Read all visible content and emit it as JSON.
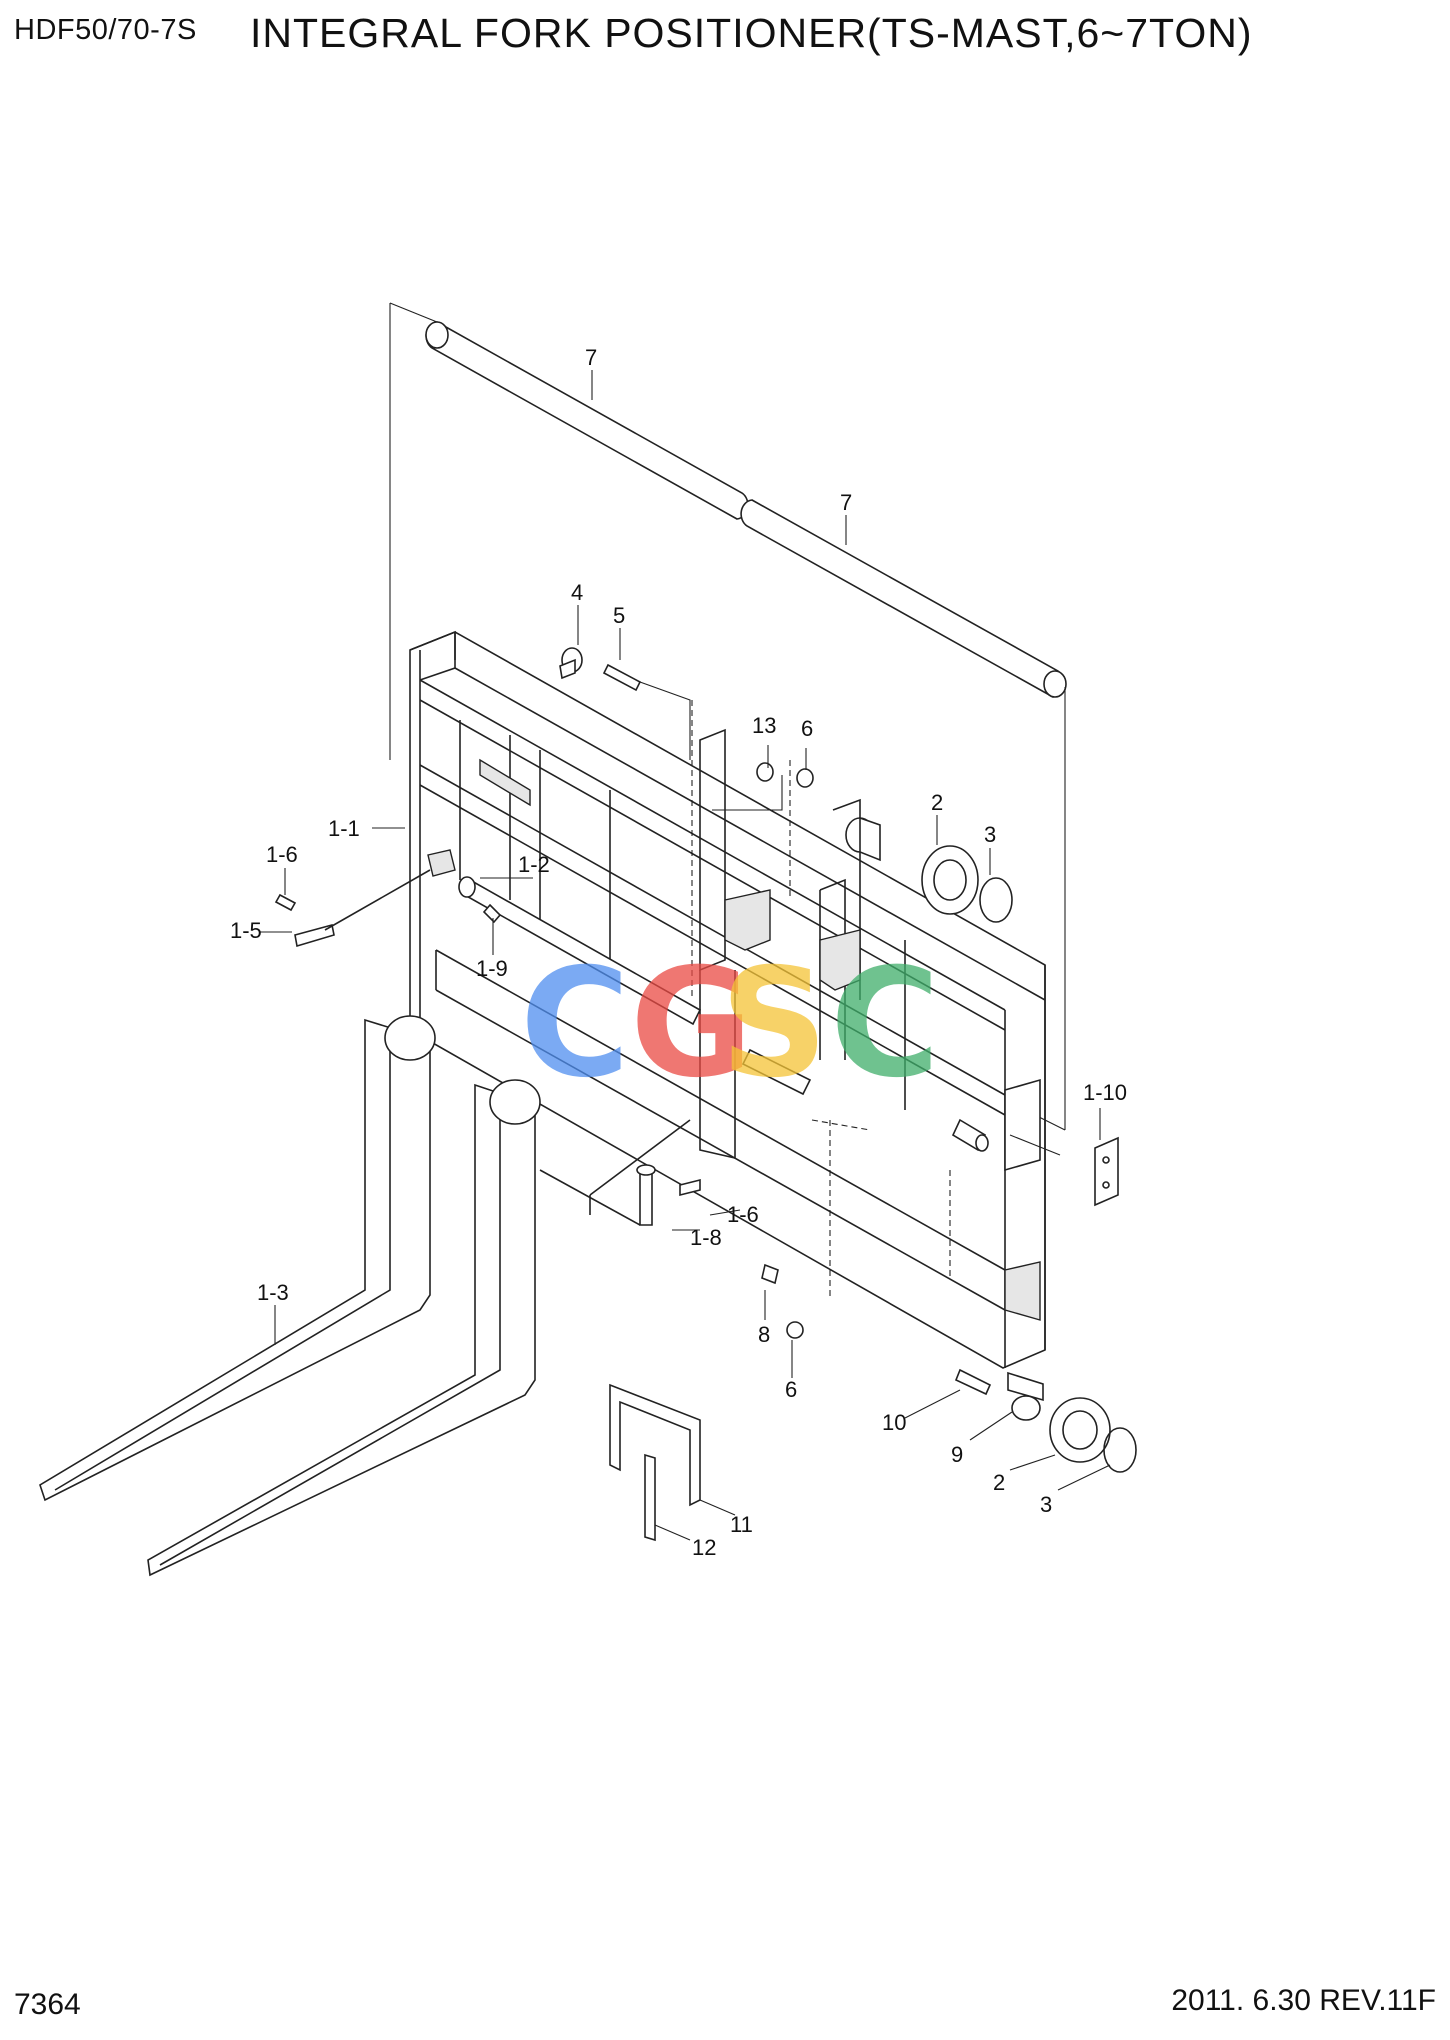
{
  "header": {
    "model": "HDF50/70-7S",
    "title": "INTEGRAL FORK POSITIONER(TS-MAST,6~7TON)"
  },
  "footer": {
    "page_number": "7364",
    "revision": "2011. 6.30  REV.11F"
  },
  "watermark": {
    "letters": [
      "C",
      "G",
      "S",
      "C"
    ],
    "colors": [
      "#4f8ef0",
      "#ea4a44",
      "#f5c436",
      "#3fae6a"
    ]
  },
  "callouts": [
    {
      "id": "c-7a",
      "label": "7"
    },
    {
      "id": "c-7b",
      "label": "7"
    },
    {
      "id": "c-4",
      "label": "4"
    },
    {
      "id": "c-5",
      "label": "5"
    },
    {
      "id": "c-13",
      "label": "13"
    },
    {
      "id": "c-6a",
      "label": "6"
    },
    {
      "id": "c-2a",
      "label": "2"
    },
    {
      "id": "c-3a",
      "label": "3"
    },
    {
      "id": "c-1-1",
      "label": "1-1"
    },
    {
      "id": "c-1-6a",
      "label": "1-6"
    },
    {
      "id": "c-1-2",
      "label": "1-2"
    },
    {
      "id": "c-1-5",
      "label": "1-5"
    },
    {
      "id": "c-1-9",
      "label": "1-9"
    },
    {
      "id": "c-1-10",
      "label": "1-10"
    },
    {
      "id": "c-1-6b",
      "label": "1-6"
    },
    {
      "id": "c-1-8",
      "label": "1-8"
    },
    {
      "id": "c-1-3",
      "label": "1-3"
    },
    {
      "id": "c-8",
      "label": "8"
    },
    {
      "id": "c-6b",
      "label": "6"
    },
    {
      "id": "c-10",
      "label": "10"
    },
    {
      "id": "c-9",
      "label": "9"
    },
    {
      "id": "c-2b",
      "label": "2"
    },
    {
      "id": "c-3b",
      "label": "3"
    },
    {
      "id": "c-11",
      "label": "11"
    },
    {
      "id": "c-12",
      "label": "12"
    }
  ]
}
